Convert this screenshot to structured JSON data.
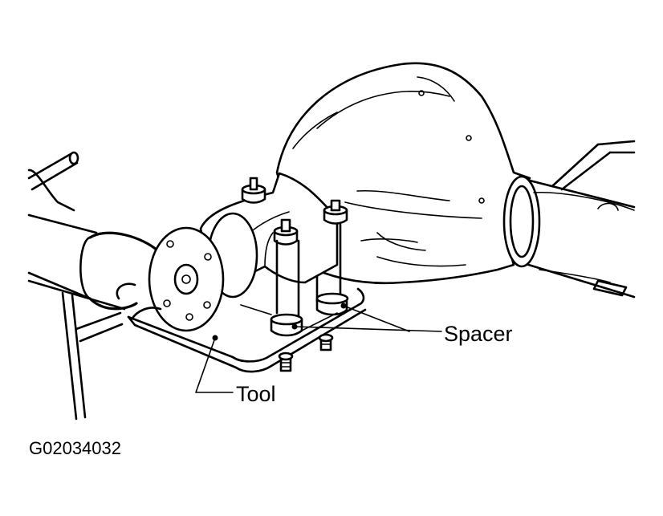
{
  "labels": {
    "spacer": "Spacer",
    "tool": "Tool"
  },
  "figure_code": "G02034032",
  "colors": {
    "ink": "#000000",
    "paper": "#ffffff"
  }
}
